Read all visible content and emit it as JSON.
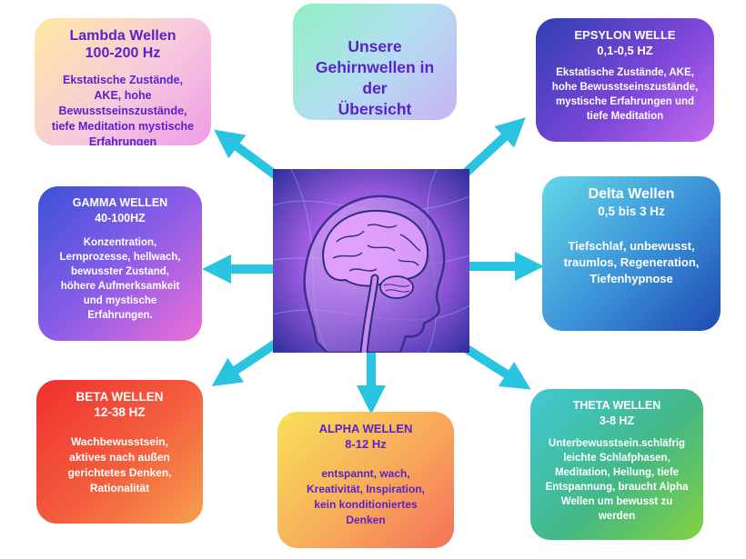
{
  "title": "Unsere\nGehirnwellen in der\nÜbersicht",
  "cards": {
    "lambda": {
      "name": "Lambda Wellen",
      "freq": "100-200 Hz",
      "desc": "Ekstatische Zustände,\nAKE, hohe\nBewusstseinszustände,\ntiefe Meditation  mystische\nErfahrungen"
    },
    "epsylon": {
      "name": "EPSYLON WELLE",
      "freq": "0,1-0,5 HZ",
      "desc": "Ekstatische Zustände, AKE,\nhohe Bewusstseinszustände,\nmystische Erfahrungen und\ntiefe Meditation"
    },
    "delta": {
      "name": "Delta Wellen",
      "freq": "0,5 bis 3 Hz",
      "desc": "Tiefschlaf, unbewusst,\ntraumlos, Regeneration,\nTiefenhypnose"
    },
    "gamma": {
      "name": "GAMMA WELLEN",
      "freq": "40-100HZ",
      "desc": "Konzentration,\nLernprozesse, hellwach,\nbewusster Zustand,\nhöhere Aufmerksamkeit\nund mystische\nErfahrungen."
    },
    "beta": {
      "name": "BETA WELLEN",
      "freq": "12-38 HZ",
      "desc": "Wachbewusstsein,\naktives nach außen\ngerichtetes Denken,\nRationalität"
    },
    "alpha": {
      "name": "ALPHA WELLEN",
      "freq": "8-12 Hz",
      "desc": "entspannt, wach,\nKreativität, Inspiration,\nkein konditioniertes\nDenken"
    },
    "theta": {
      "name": "THETA WELLEN",
      "freq": "3-8 HZ",
      "desc": "Unterbewusstsein.schläfrig\nleichte Schlafphasen,\nMeditation, Heilung, tiefe\nEntspannung, braucht Alpha\nWellen um bewusst zu\nwerden"
    }
  },
  "colors": {
    "arrow": "#29c4e0",
    "title_text": "#5a22c8"
  },
  "icons": {
    "center": "brain-head-image"
  }
}
